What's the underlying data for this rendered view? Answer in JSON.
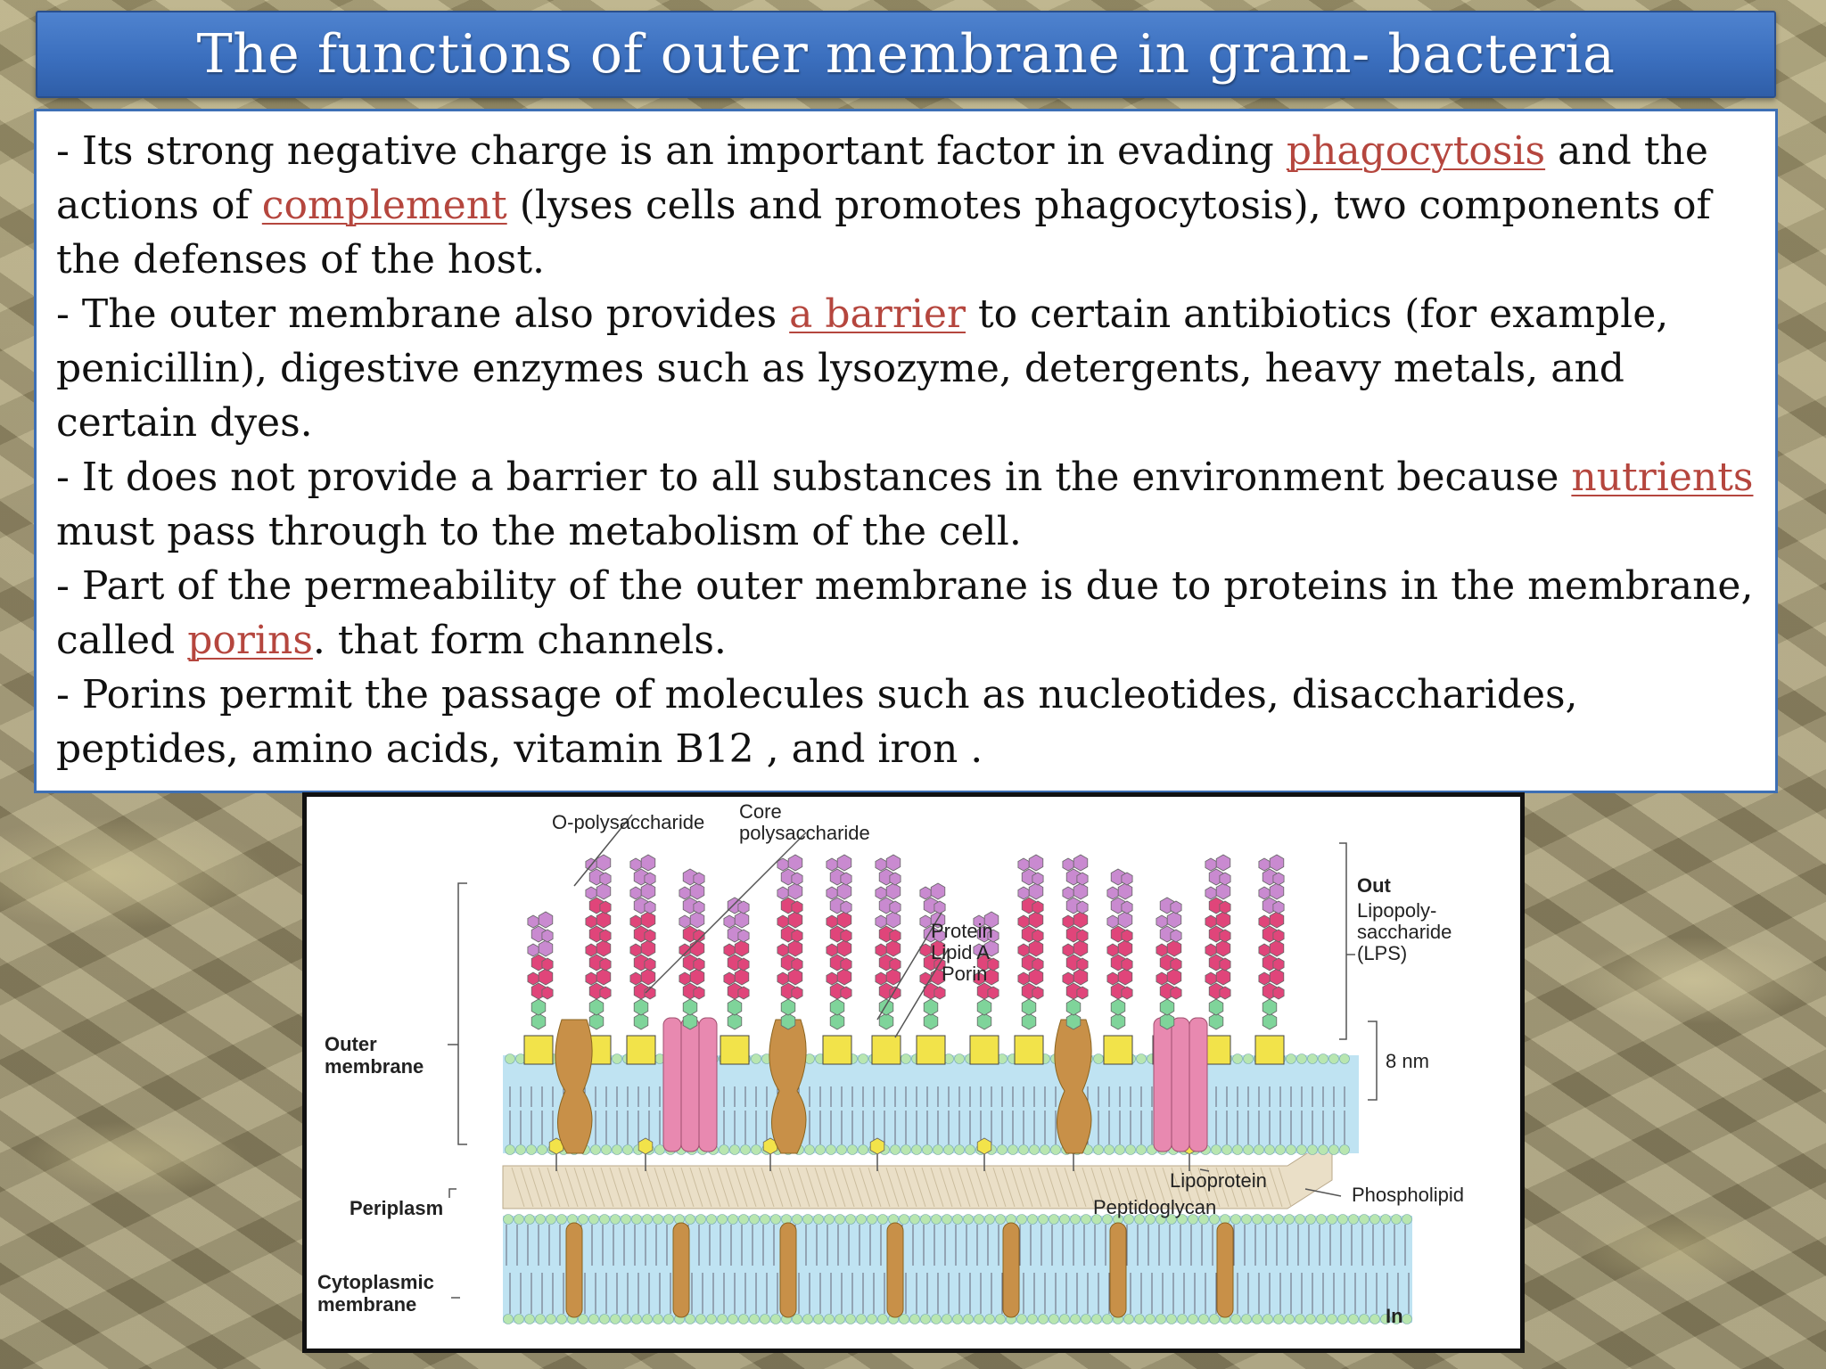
{
  "slide": {
    "title": "The functions of outer membrane in gram- bacteria"
  },
  "body": {
    "p1": {
      "t1": "- Its strong negative charge is an important factor in evading ",
      "link1": "phagocytosis",
      "t2": " and the actions of ",
      "link2": "complement",
      "t3": " (lyses cells and promotes phagocytosis), two components of the defenses of the host."
    },
    "p2": {
      "t1": "- The outer membrane also provides ",
      "link1": "a barrier",
      "t2": " to certain antibiotics (for example, penicillin), digestive enzymes such as lysozyme, detergents, heavy metals, and certain dyes."
    },
    "p3": {
      "t1": "- It does not provide a barrier to all substances in the environment because ",
      "link1": "nutrients ",
      "t2": "must pass through to the metabolism of the cell."
    },
    "p4": {
      "t1": "- Part of the permeability of the outer membrane is due to proteins in the membrane, called ",
      "link1": "porins",
      "t2": ". that form channels."
    },
    "p5": {
      "t1": "- Porins permit the passage of molecules such as nucleotides, disaccharides, peptides, amino acids, vitamin B12 , and iron ."
    }
  },
  "diagram": {
    "labels": {
      "o_poly": "O-polysaccharide",
      "core_1": "Core",
      "core_2": "polysaccharide",
      "out": "Out",
      "lps_1": "Lipopoly-",
      "lps_2": "saccharide",
      "lps_3": "(LPS)",
      "protein": "Protein",
      "lipid_a": "Lipid A",
      "porin": "Porin",
      "nm": "8 nm",
      "outer_1": "Outer",
      "outer_2": "membrane",
      "lipoprotein": "Lipoprotein",
      "phospholipid": "Phospholipid",
      "peptidoglycan": "Peptidoglycan",
      "periplasm": "Periplasm",
      "cyto_1": "Cytoplasmic",
      "cyto_2": "membrane",
      "in": "In"
    },
    "colors": {
      "lps_top": "#c98ad0",
      "lps_mid": "#e0457a",
      "core": "#7fd49a",
      "lipid_a": "#f2e34a",
      "porin": "#e889b0",
      "protein": "#c89048",
      "membrane_fill": "#bfe3f2",
      "head_group": "#b8e6b0",
      "peptidoglycan": "#eadfc7"
    }
  }
}
